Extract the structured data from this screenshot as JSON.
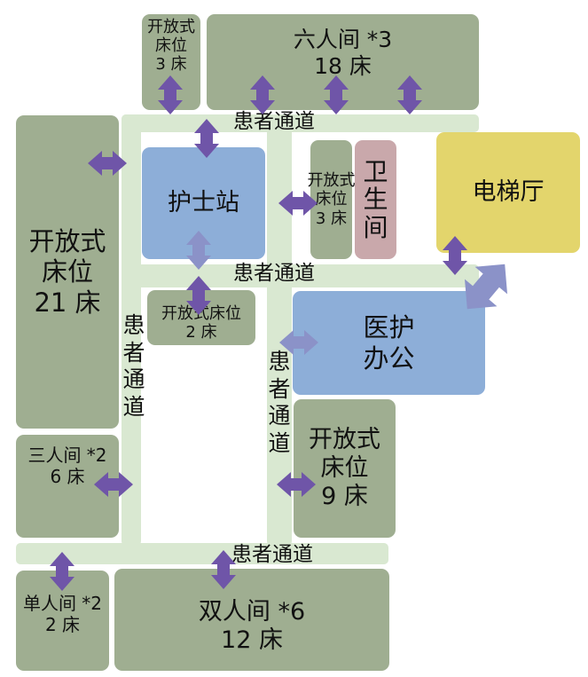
{
  "rooms": {
    "six_room": {
      "line1": "六人间 *3",
      "line2": "18 床"
    },
    "open_top": {
      "line1": "开放式",
      "line2": "床位",
      "line3": "3 床"
    },
    "open_left": {
      "line1": "开放式",
      "line2": "床位",
      "line3": "21 床"
    },
    "nurse": {
      "line1": "护士站"
    },
    "open_mid": {
      "line1": "开放式",
      "line2": "床位",
      "line3": "3 床"
    },
    "toilet": {
      "line1": "卫",
      "line2": "生",
      "line3": "间"
    },
    "elevator": {
      "line1": "电梯厅"
    },
    "open_2": {
      "line1": "开放式床位",
      "line2": "2 床"
    },
    "medical": {
      "line1": "医护",
      "line2": "办公"
    },
    "triple": {
      "line1": "三人间 *2",
      "line2": "6 床"
    },
    "open_9": {
      "line1": "开放式",
      "line2": "床位",
      "line3": "9 床"
    },
    "single": {
      "line1": "单人间 *2",
      "line2": "2 床"
    },
    "double": {
      "line1": "双人间 *6",
      "line2": "12 床"
    }
  },
  "corridors": {
    "top": "患者通道",
    "middle": "患者通道",
    "bottom": "患者通道",
    "left_v": [
      "患",
      "者",
      "通",
      "道"
    ],
    "right_v": [
      "患",
      "者",
      "通",
      "道"
    ]
  },
  "colors": {
    "green": "#9fae91",
    "blue": "#8daed8",
    "pink": "#c9a8ab",
    "yellow": "#e3d56c",
    "corridor": "#d9e8d1",
    "arrow_dark": "#6f55a8",
    "arrow_light": "#8b92c8"
  }
}
